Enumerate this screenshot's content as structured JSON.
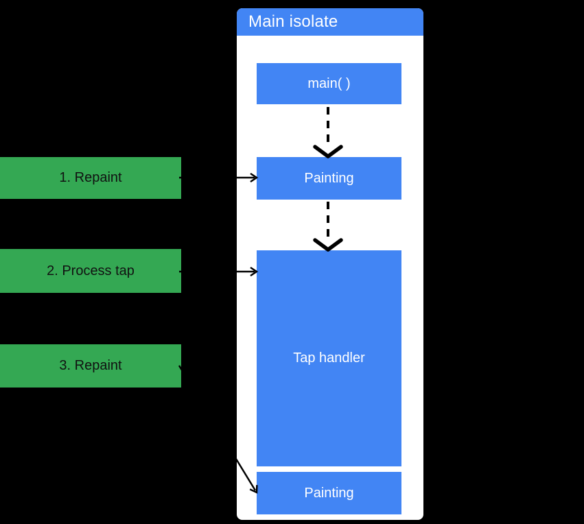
{
  "theme": {
    "background": "#000000",
    "panel_header": "#4285F4",
    "panel_body": "#ffffff",
    "node_fill": "#4285F4",
    "node_text": "#ffffff",
    "label_fill": "#34A853",
    "label_text": "#111111",
    "title_text": "#ffffff",
    "arrow": "#000000"
  },
  "panel": {
    "title": "Main isolate",
    "nodes": [
      {
        "id": "main",
        "label": "main( )"
      },
      {
        "id": "painting-1",
        "label": "Painting"
      },
      {
        "id": "tap-handler",
        "label": "Tap handler"
      },
      {
        "id": "painting-2",
        "label": "Painting"
      }
    ]
  },
  "labels": [
    {
      "id": "repaint-1",
      "text": "1. Repaint"
    },
    {
      "id": "process-tap",
      "text": "2. Process tap"
    },
    {
      "id": "repaint-3",
      "text": "3. Repaint"
    }
  ],
  "arrows": [
    {
      "id": "arrow-repaint-1",
      "from": "repaint-1",
      "to": "painting-1",
      "style": "solid"
    },
    {
      "id": "arrow-process-tap",
      "from": "process-tap",
      "to": "tap-handler",
      "style": "solid"
    },
    {
      "id": "arrow-repaint-3",
      "from": "repaint-3",
      "to": "painting-2",
      "style": "solid"
    },
    {
      "id": "arrow-main-to-painting",
      "from": "main",
      "to": "painting-1",
      "style": "dashed"
    },
    {
      "id": "arrow-painting-to-tap-handler",
      "from": "painting-1",
      "to": "tap-handler",
      "style": "dashed"
    }
  ]
}
